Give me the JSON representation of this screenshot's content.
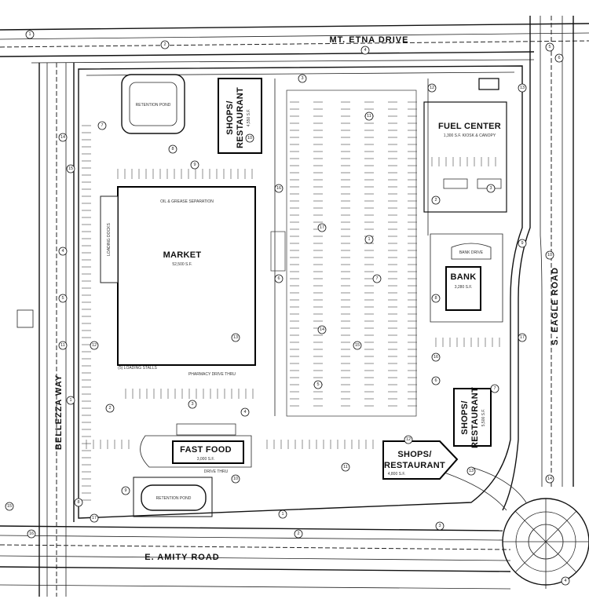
{
  "roads": {
    "north": "MT. ETNA DRIVE",
    "east": "S. EAGLE ROAD",
    "south": "E. AMITY ROAD",
    "west": "BELLEZZA WAY"
  },
  "buildings": {
    "market": {
      "name": "MARKET",
      "area": "52,500 S.F."
    },
    "shops_nw": {
      "name_line1": "SHOPS/",
      "name_line2": "RESTAURANT",
      "area": "4,550 S.F."
    },
    "fuel_center": {
      "name": "FUEL CENTER",
      "sub": "1,300 S.F. KIOSK & CANOPY"
    },
    "bank": {
      "name": "BANK",
      "area": "3,280 S.F."
    },
    "shops_se": {
      "name_line1": "SHOPS/",
      "name_line2": "RESTAURANT",
      "area": "5,500 S.F."
    },
    "shops_s": {
      "name_line1": "SHOPS/",
      "name_line2": "RESTAURANT",
      "area": "4,800 S.F."
    },
    "fast_food": {
      "name": "FAST FOOD",
      "area": "3,000 S.F."
    }
  },
  "ponds": {
    "north": "RETENTION POND",
    "south": "RETENTION POND"
  },
  "annotations": {
    "oil_grease": "OIL & GREASE SEPARATION",
    "pharmacy": "PHARMACY DRIVE THRU",
    "loading": "(5) LOADING STALLS",
    "loading_dock": "LOADING DOCKS",
    "drive_thru": "DRIVE THRU",
    "bank_drive": "BANK DRIVE"
  },
  "keynotes": [
    "1",
    "2",
    "3",
    "4",
    "5",
    "6",
    "7",
    "8",
    "9",
    "10",
    "11",
    "12",
    "13",
    "14",
    "15",
    "16",
    "17"
  ]
}
